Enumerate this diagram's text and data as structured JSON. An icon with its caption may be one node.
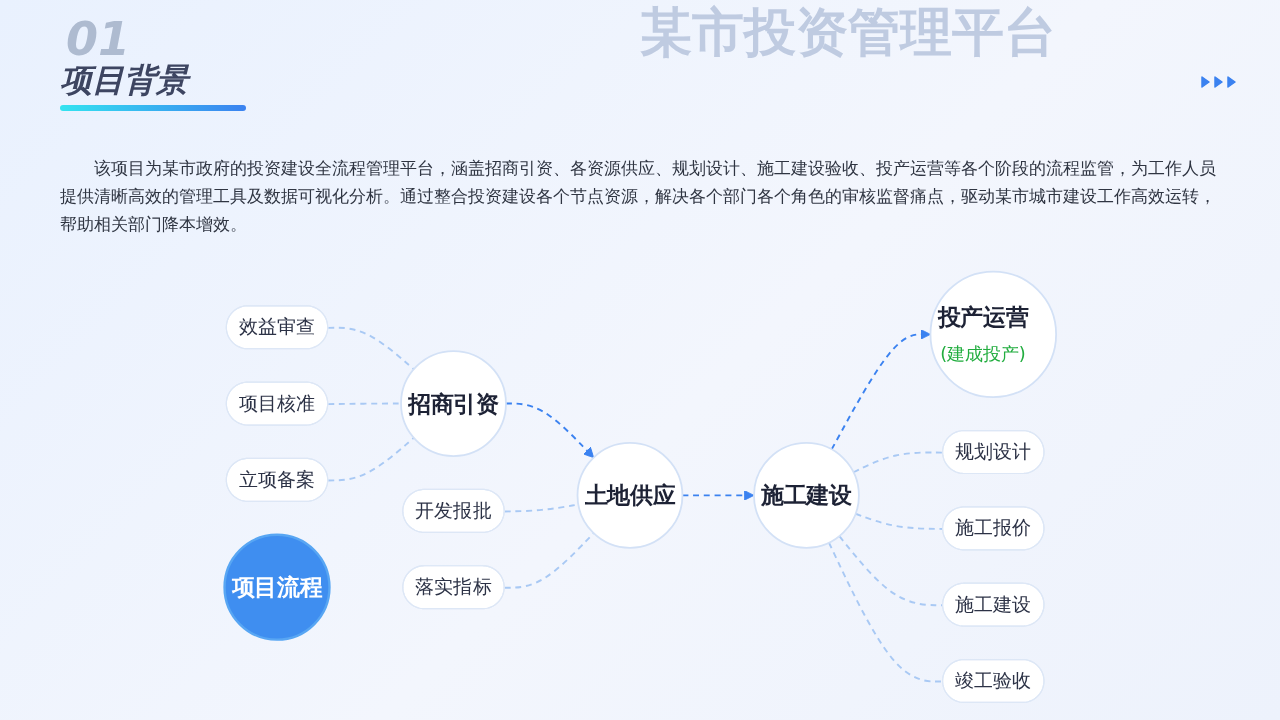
{
  "diagram": {
    "title": "项目背景",
    "nodes": [
      {
        "text": [
          "开发报批"
        ]
      },
      {
        "text": [
          "落实指标"
        ]
      },
      {
        "text": [
          "土地供应"
        ]
      },
      {
        "text": [
          "效益审查"
        ]
      },
      {
        "text": [
          "项目核准"
        ]
      },
      {
        "text": [
          "立项备案"
        ]
      },
      {
        "text": [
          "招商引资"
        ]
      },
      {
        "text": [
          "项目流程"
        ]
      },
      {
        "text": [
          "施工建设"
        ]
      },
      {
        "text": [
          "规划设计"
        ]
      },
      {
        "text": [
          "施工报价"
        ]
      },
      {
        "text": [
          "施工建设"
        ]
      },
      {
        "text": [
          "竣工验收"
        ]
      },
      {
        "text": [
          "投产运营",
          "(建成投产)"
        ]
      }
    ],
    "edges": [
      {
        "from": 6,
        "to": 2,
        "arrow": "to",
        "style": "dashed",
        "color": "#3b82f0"
      },
      {
        "from": 2,
        "to": 8,
        "arrow": "to",
        "style": "dashed",
        "color": "#3b82f0"
      },
      {
        "from": 8,
        "to": 13,
        "arrow": "to",
        "style": "dashed",
        "color": "#3b82f0"
      },
      {
        "from": 0,
        "to": 2,
        "arrow": "none",
        "style": "dashed"
      },
      {
        "from": 1,
        "to": 2,
        "arrow": "none",
        "style": "dashed"
      },
      {
        "from": 3,
        "to": 6,
        "arrow": "none",
        "style": "dashed"
      },
      {
        "from": 4,
        "to": 6,
        "arrow": "none",
        "style": "dashed"
      },
      {
        "from": 5,
        "to": 6,
        "arrow": "none",
        "style": "dashed"
      },
      {
        "from": 8,
        "to": 9,
        "arrow": "none",
        "style": "dashed"
      },
      {
        "from": 8,
        "to": 10,
        "arrow": "none",
        "style": "dashed"
      },
      {
        "from": 8,
        "to": 11,
        "arrow": "none",
        "style": "dashed"
      },
      {
        "from": 8,
        "to": 12,
        "arrow": "none",
        "style": "dashed"
      }
    ],
    "labels": [
      "01",
      "某市投资管理平台",
      "该项目为某市政府的投资建设全流程管理平台，涵盖招商引资、各资源供应、规划设计、施工建设验收、投产运营等各个阶段的流程监管，为工作人员提供清晰高效的管理工具及数据可视化分析。通过整合投资建设各个节点资源，解决各个部门各个角色的审核监督痛点，驱动某市城市建设工作高效运转，帮助相关部门降本增效。"
    ]
  }
}
